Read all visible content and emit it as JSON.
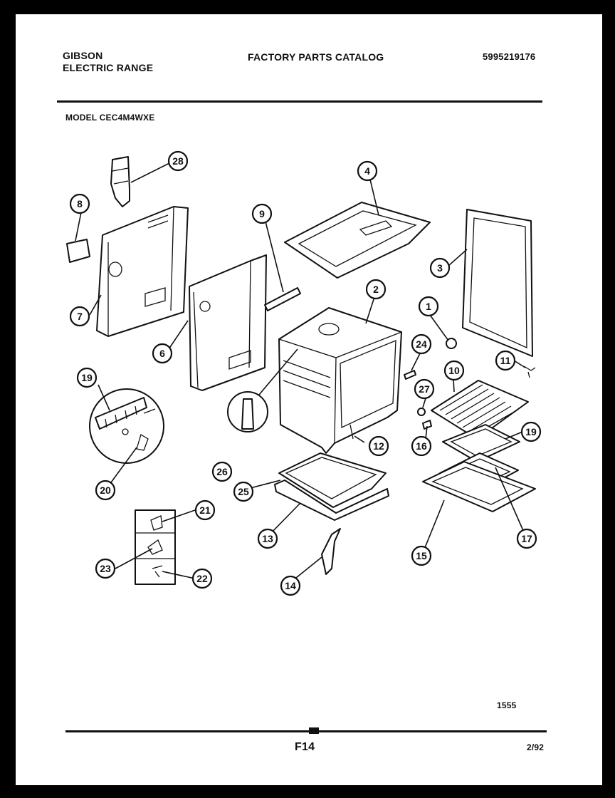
{
  "header": {
    "brand_line1": "GIBSON",
    "brand_line2": "ELECTRIC RANGE",
    "catalog_title": "FACTORY PARTS CATALOG",
    "part_number": "5995219176",
    "model": "MODEL CEC4M4WXE"
  },
  "footer": {
    "diagram_code": "1555",
    "page_code": "F14",
    "date": "2/92"
  },
  "callouts": [
    "1",
    "2",
    "3",
    "4",
    "6",
    "7",
    "8",
    "9",
    "10",
    "11",
    "12",
    "13",
    "14",
    "15",
    "16",
    "17",
    "19",
    "19",
    "20",
    "21",
    "22",
    "23",
    "24",
    "25",
    "26",
    "27",
    "28"
  ]
}
